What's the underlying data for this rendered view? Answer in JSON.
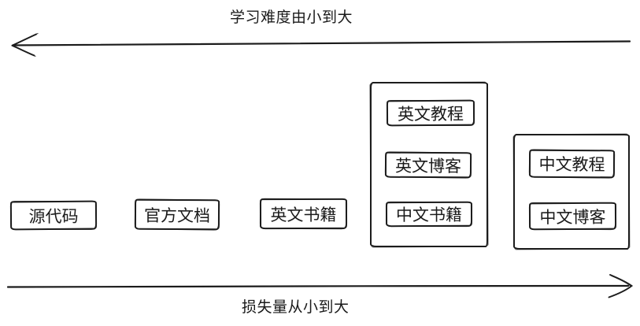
{
  "diagram": {
    "background": "#ffffff",
    "stroke_color": "#1c1c1c",
    "top_axis": {
      "label": "学习难度由小到大",
      "arrow_direction": "left"
    },
    "bottom_axis": {
      "label": "损失量从小到大",
      "arrow_direction": "right"
    },
    "boxes": [
      {
        "label": "源代码"
      },
      {
        "label": "官方文档"
      },
      {
        "label": "英文书籍"
      }
    ],
    "groups": [
      {
        "items": [
          {
            "label": "英文教程"
          },
          {
            "label": "英文博客"
          },
          {
            "label": "中文书籍"
          }
        ]
      },
      {
        "items": [
          {
            "label": "中文教程"
          },
          {
            "label": "中文博客"
          }
        ]
      }
    ]
  }
}
